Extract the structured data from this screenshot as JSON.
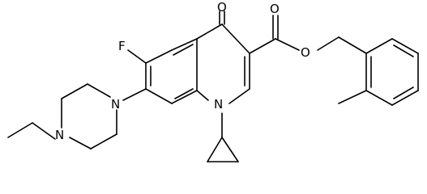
{
  "atoms": {
    "O_keto": "O",
    "O_carbonyl": "O",
    "O_ester": "O",
    "F": "F",
    "N_ring": "N",
    "N_pip1": "N",
    "N_pip4": "N"
  }
}
